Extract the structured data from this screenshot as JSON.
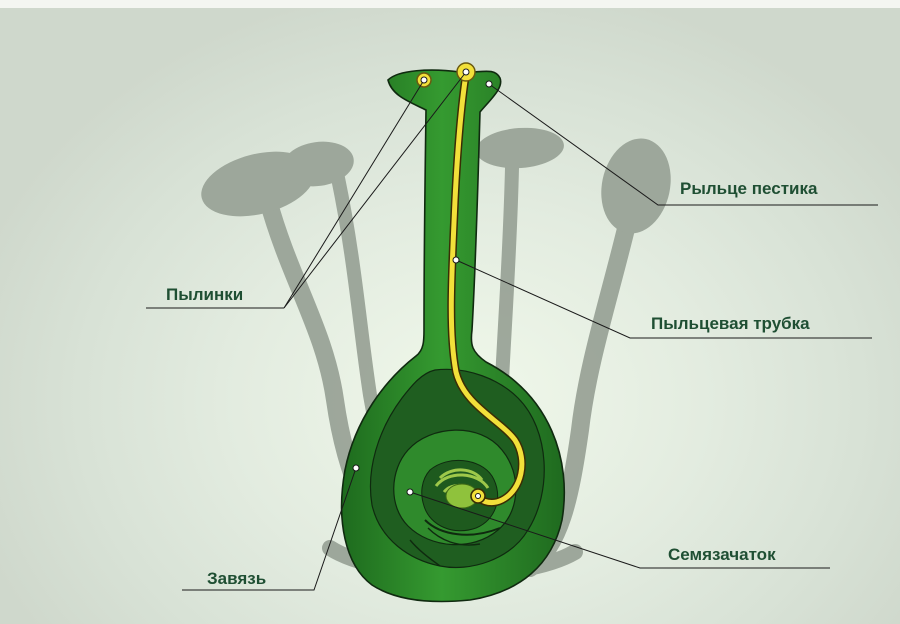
{
  "labels": {
    "stigma": "Рыльце пестика",
    "pollen": "Пылинки",
    "pollen_tube": "Пыльцевая трубка",
    "ovule": "Семязачаток",
    "ovary": "Завязь"
  },
  "colors": {
    "pistil_green": "#2f8a2c",
    "dark_green": "#1f5e20",
    "pollen_yellow": "#f2e03a",
    "stamen_gray": "#9aa498",
    "label_text": "#1f4f33"
  }
}
